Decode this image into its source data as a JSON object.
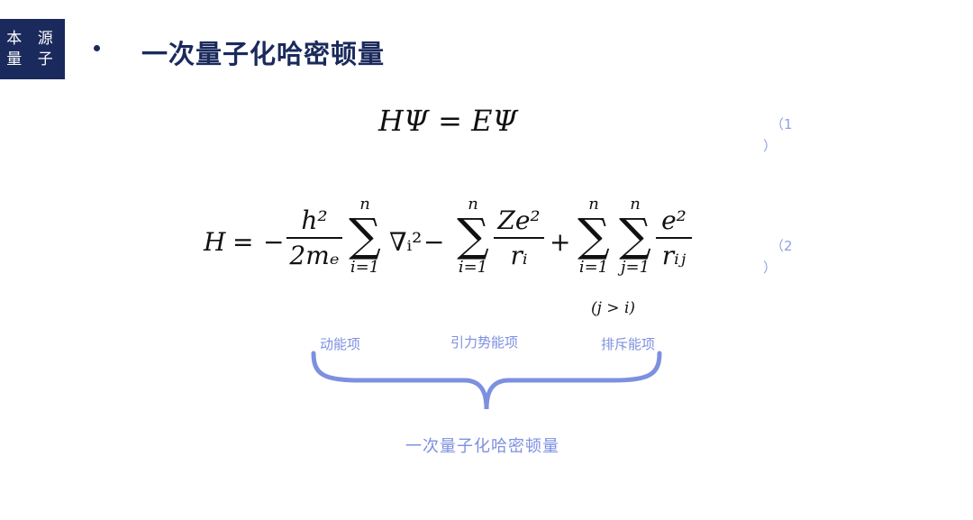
{
  "header": {
    "logo_line1": "本 源",
    "logo_line2": "量 子",
    "title": "一次量子化哈密顿量"
  },
  "equations": {
    "eq1": {
      "text": "HΨ = EΨ",
      "number_open": "（1",
      "number_close": "）"
    },
    "eq2": {
      "lhs": "H",
      "equals": "=",
      "minus1": "−",
      "frac1_num": "h²",
      "frac1_den": "2mₑ",
      "sum1_top": "n",
      "sum1_bot": "i=1",
      "nabla": "∇ᵢ²",
      "minus2": "−",
      "sum2_top": "n",
      "sum2_bot": "i=1",
      "frac2_num": "Ze²",
      "frac2_den": "rᵢ",
      "plus": "+",
      "sum3_top": "n",
      "sum3_bot": "i=1",
      "sum4_top": "n",
      "sum4_bot": "j=1",
      "frac3_num": "e²",
      "frac3_den": "rᵢⱼ",
      "condition": "(j > i)",
      "number_open": "（2",
      "number_close": "）"
    }
  },
  "annotations": {
    "kinetic": "动能项",
    "attraction": "引力势能项",
    "repulsion": "排斥能项",
    "summary": "一次量子化哈密顿量"
  },
  "colors": {
    "brand": "#1b2a5c",
    "accent": "#7d90e0"
  }
}
